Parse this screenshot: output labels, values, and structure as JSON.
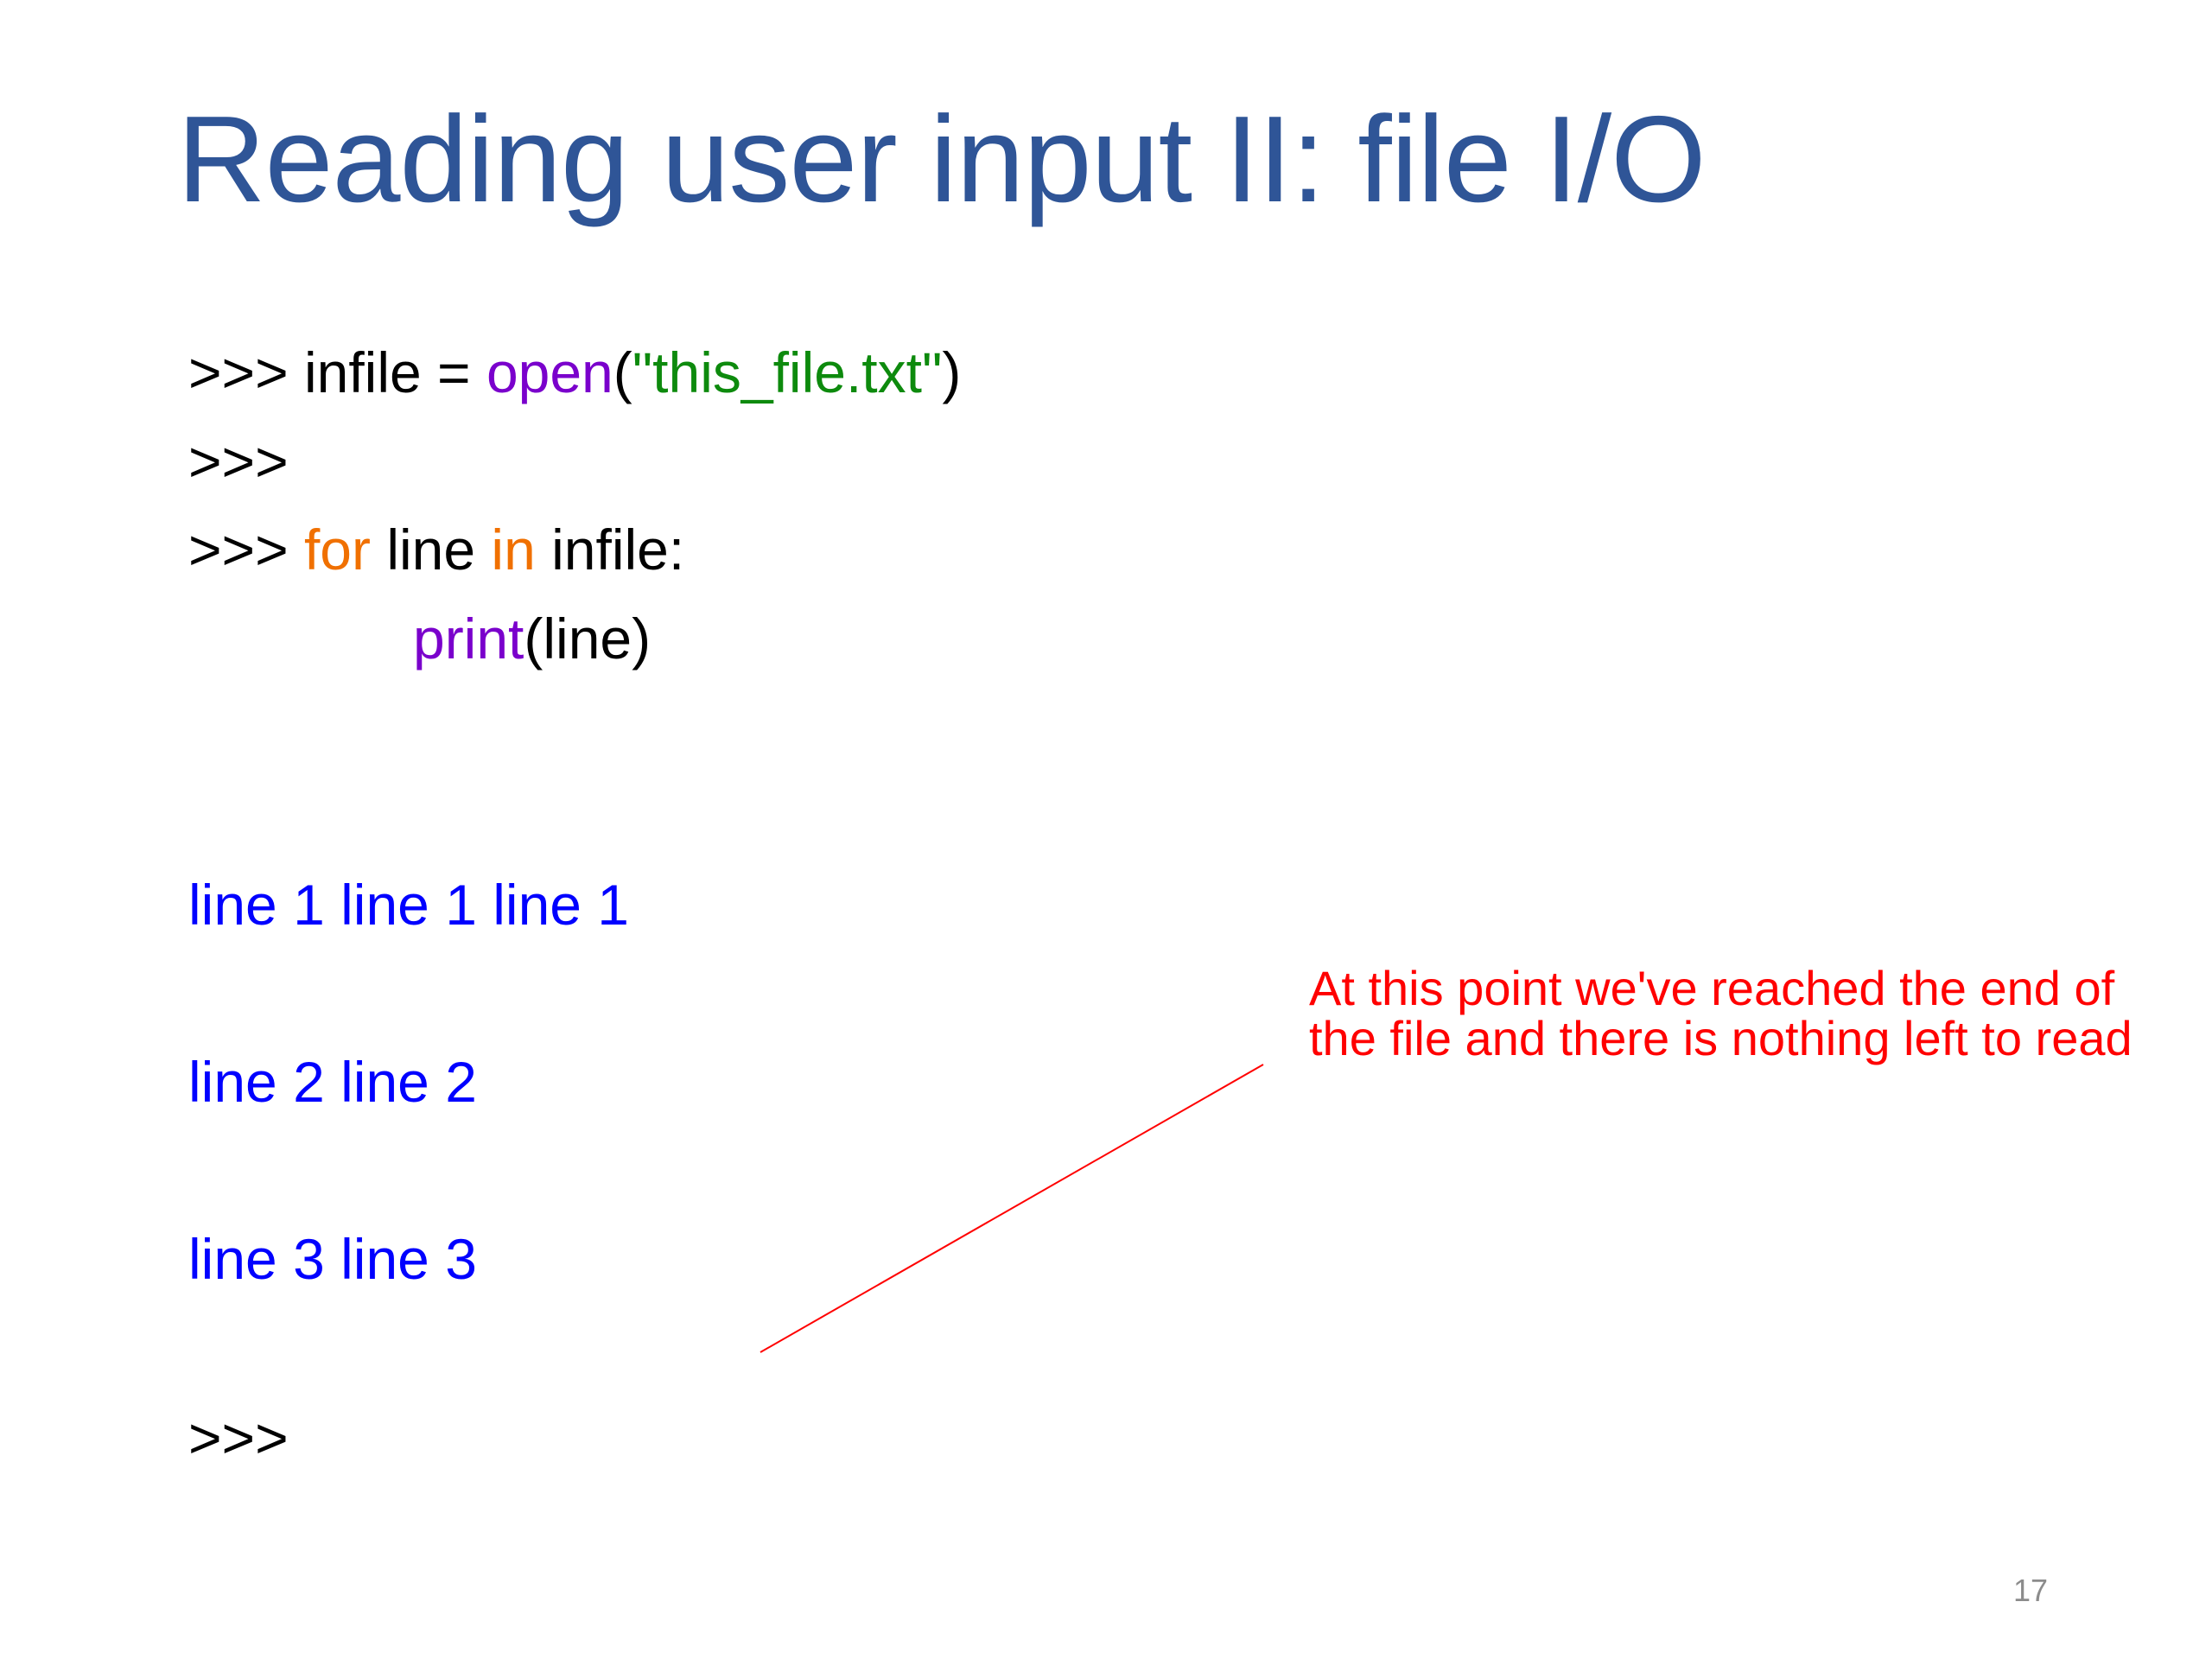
{
  "slide": {
    "title": "Reading user input II: file I/O",
    "page_number": "17"
  },
  "code": {
    "line1": {
      "prompt": ">>> ",
      "var": "infile = ",
      "func": "open",
      "paren_open": "(",
      "string": "\"this_file.txt\"",
      "paren_close": ")"
    },
    "line2": {
      "prompt": ">>>"
    },
    "line3": {
      "prompt": ">>> ",
      "kw_for": "for",
      "middle": " line ",
      "kw_in": "in",
      "rest": " infile:"
    },
    "line4": {
      "func": "print",
      "args": "(line)"
    }
  },
  "output": {
    "lines": [
      "line 1 line 1 line 1",
      "line 2 line 2",
      "line 3 line 3"
    ],
    "final_prompt": ">>>"
  },
  "annotation": {
    "text": "At this point we've reached the end of the file and there is nothing left to read",
    "color": "#ff0000"
  },
  "colors": {
    "title": "#2f5597",
    "builtin": "#7a00cc",
    "string": "#0d8a0d",
    "keyword": "#f07000",
    "output": "#0000ff"
  }
}
